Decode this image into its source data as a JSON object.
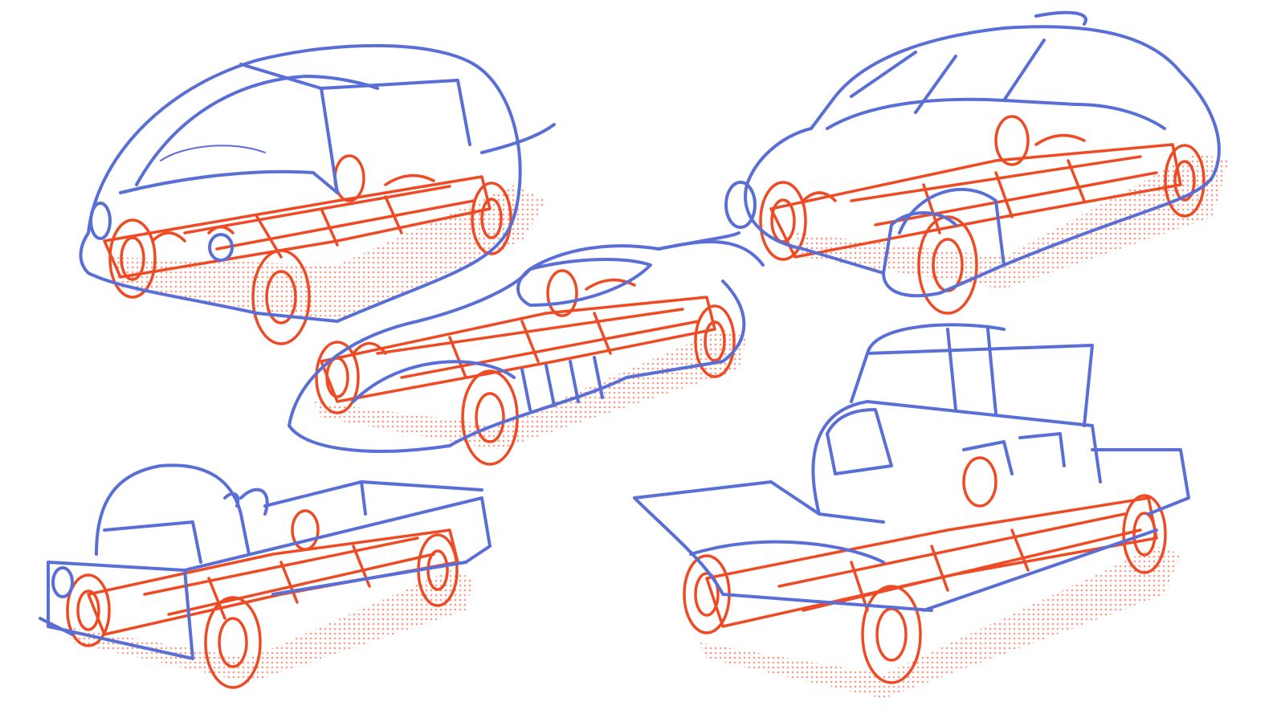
{
  "colors": {
    "background": "#ffffff",
    "body_sketch": "#5a6fd6",
    "chassis_sketch": "#ee4a24",
    "halftone_shadow": "#ee4a24"
  },
  "sketches": [
    {
      "id": "bubble-car"
    },
    {
      "id": "beetle-car"
    },
    {
      "id": "sports-car"
    },
    {
      "id": "pickup-truck"
    },
    {
      "id": "boat-vehicle"
    }
  ]
}
